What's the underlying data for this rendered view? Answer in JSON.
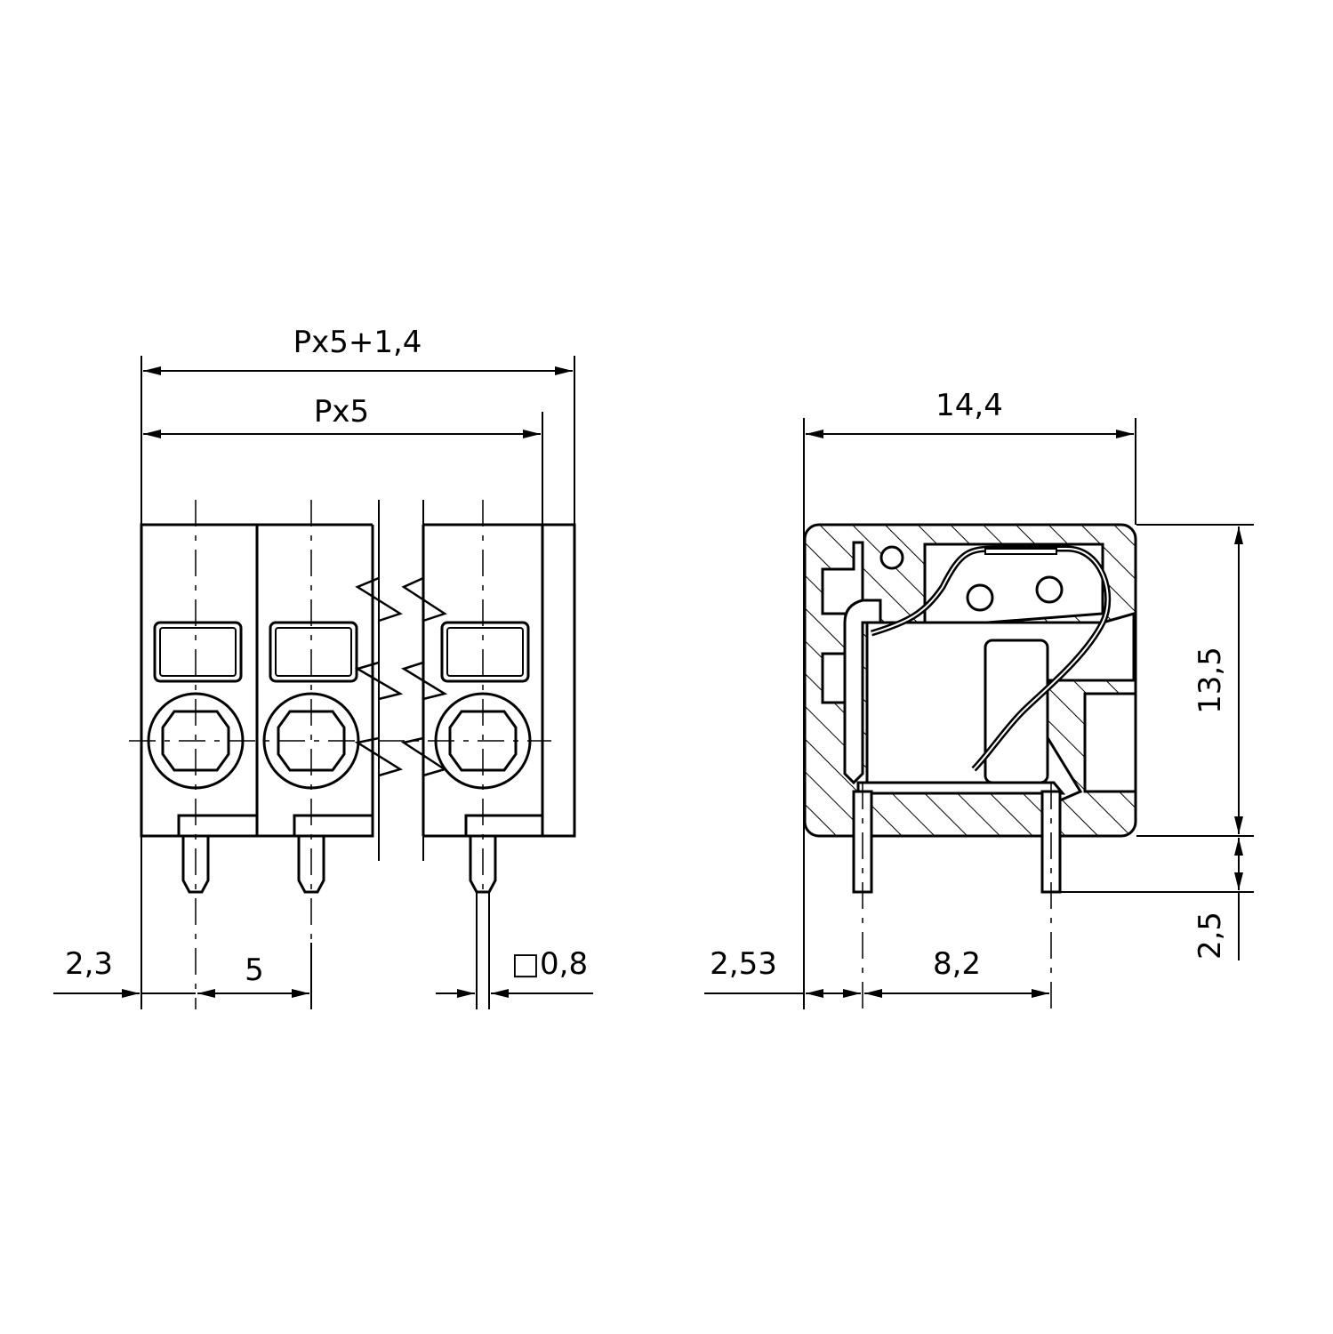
{
  "drawing": {
    "title": "Terminal block technical drawing",
    "colors": {
      "line": "#000000",
      "background": "#ffffff"
    },
    "front_view": {
      "dimensions": {
        "overall_width": "Px5+1,4",
        "pitch_total": "Px5",
        "edge_to_first_pin": "2,3",
        "pitch": "5",
        "pin_size": "□0,8"
      },
      "poles_shown": 3
    },
    "side_view": {
      "dimensions": {
        "width": "14,4",
        "height": "13,5",
        "pin_length": "2,5",
        "edge_to_pin": "2,53",
        "pin_spacing": "8,2"
      }
    }
  }
}
